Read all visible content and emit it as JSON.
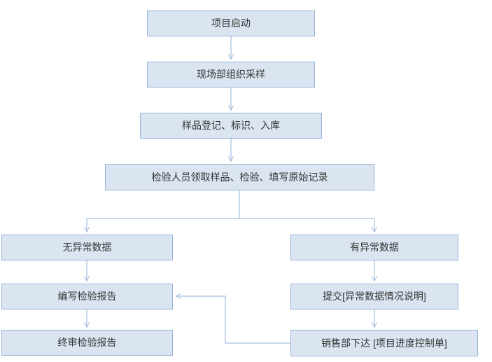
{
  "flowchart": {
    "background": "#ffffff",
    "colors": {
      "node_fill": "#dbe5f1",
      "node_border": "#95b3d7",
      "connector": "#a3bfdf",
      "text": "#333333"
    },
    "nodes": [
      {
        "id": "project-start",
        "label": "项目启动"
      },
      {
        "id": "field-sampling",
        "label": "现场部组织采样"
      },
      {
        "id": "sample-registration",
        "label": "样品登记、标识、入库"
      },
      {
        "id": "inspection-record",
        "label": "检验人员领取样品、检验、填写原始记录"
      },
      {
        "id": "no-abnormal-data",
        "label": "无异常数据"
      },
      {
        "id": "abnormal-data",
        "label": "有异常数据"
      },
      {
        "id": "write-report",
        "label": "编写检验报告"
      },
      {
        "id": "submit-abnormal-note",
        "label": "提交[异常数据情况说明]"
      },
      {
        "id": "final-review-report",
        "label": "终审检验报告"
      },
      {
        "id": "sales-control-sheet",
        "label": "销售部下达 [项目进度控制单]"
      }
    ]
  }
}
